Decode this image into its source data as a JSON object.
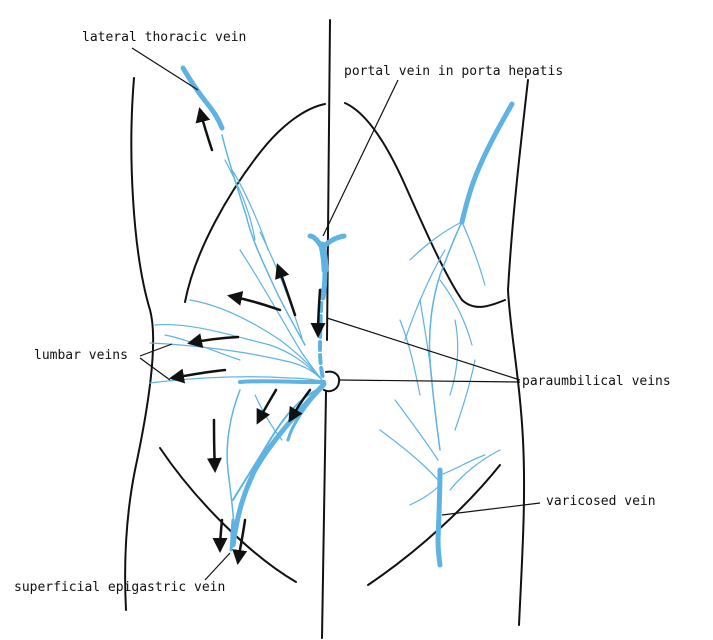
{
  "colors": {
    "vein": "#5fb3e3",
    "outline": "#111111",
    "background": "#ffffff"
  },
  "labels": {
    "lateral_thoracic_vein": "lateral thoracic vein",
    "portal_vein": "portal vein in porta hepatis",
    "lumbar_veins": "lumbar veins",
    "paraumbilical_veins": "paraumbilical veins",
    "varicosed_vein": "varicosed vein",
    "superficial_epigastric_vein": "superficial epigastric vein"
  }
}
